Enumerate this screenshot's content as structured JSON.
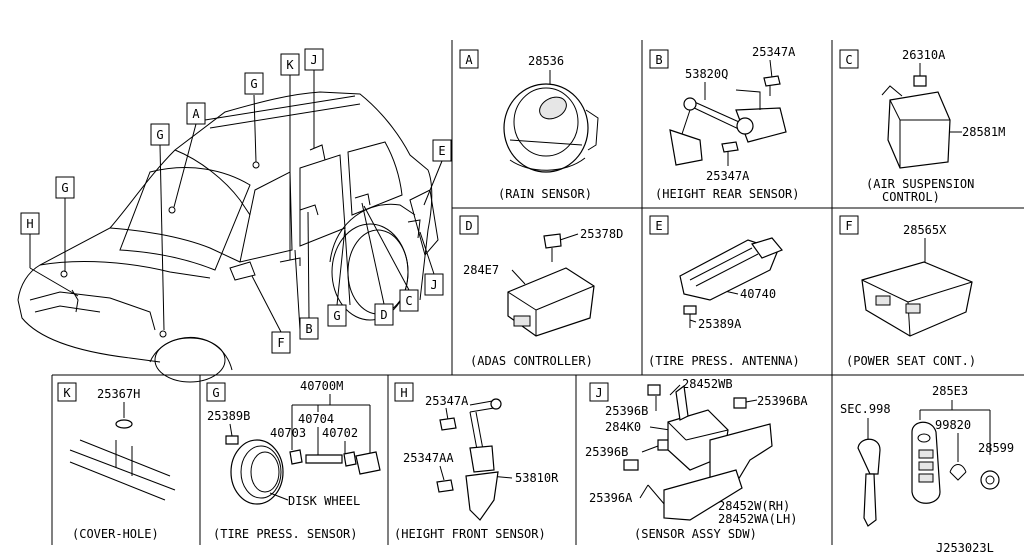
{
  "diagram_id": "J253023L",
  "vehicle_callouts": [
    "G",
    "K",
    "J",
    "A",
    "G",
    "G",
    "E",
    "H",
    "F",
    "B",
    "G",
    "D",
    "C",
    "J"
  ],
  "panels": {
    "A": {
      "letter": "A",
      "parts": [
        "28536"
      ],
      "caption": "(RAIN SENSOR)"
    },
    "B": {
      "letter": "B",
      "parts": [
        "53820Q",
        "25347A",
        "25347A"
      ],
      "caption": "(HEIGHT REAR SENSOR)"
    },
    "C": {
      "letter": "C",
      "parts": [
        "26310A",
        "28581M"
      ],
      "caption_line1": "(AIR SUSPENSION",
      "caption_line2": "CONTROL)"
    },
    "D": {
      "letter": "D",
      "parts": [
        "25378D",
        "284E7"
      ],
      "caption": "(ADAS CONTROLLER)"
    },
    "E": {
      "letter": "E",
      "parts": [
        "40740",
        "25389A"
      ],
      "caption": "(TIRE PRESS. ANTENNA)"
    },
    "F": {
      "letter": "F",
      "parts": [
        "28565X"
      ],
      "caption": "(POWER SEAT CONT.)"
    },
    "K": {
      "letter": "K",
      "parts": [
        "25367H"
      ],
      "caption": "(COVER-HOLE)"
    },
    "G": {
      "letter": "G",
      "parts": [
        "40700M",
        "25389B",
        "40704",
        "40703",
        "40702",
        "DISK WHEEL"
      ],
      "caption": "(TIRE PRESS. SENSOR)"
    },
    "H": {
      "letter": "H",
      "parts": [
        "25347A",
        "25347AA",
        "53810R"
      ],
      "caption": "(HEIGHT FRONT SENSOR)"
    },
    "J": {
      "letter": "J",
      "parts": [
        "28452WB",
        "25396B",
        "25396BA",
        "284K0",
        "25396B",
        "25396A",
        "28452W(RH)",
        "28452WA(LH)"
      ],
      "caption": "(SENSOR ASSY SDW)"
    },
    "key": {
      "parts": [
        "285E3",
        "SEC.998",
        "99820",
        "28599"
      ]
    }
  }
}
